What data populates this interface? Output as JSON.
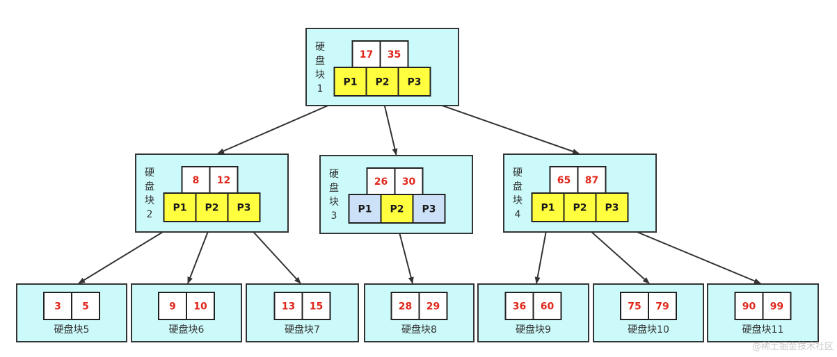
{
  "colors": {
    "block_fill": "#ccfafa",
    "key_fill": "#ffffff",
    "key_text": "#e0261b",
    "pointer_active": "#ffff40",
    "pointer_inactive": "#cce0f7",
    "border": "#333333"
  },
  "watermark": "@稀土掘金技术社区",
  "blocks": [
    {
      "id": "b1",
      "label_chars": [
        "硬",
        "盘",
        "块",
        "1"
      ],
      "keys": [
        "17",
        "35"
      ],
      "pointers": [
        {
          "label": "P1",
          "state": "active"
        },
        {
          "label": "P2",
          "state": "active"
        },
        {
          "label": "P3",
          "state": "active"
        }
      ]
    },
    {
      "id": "b2",
      "label_chars": [
        "硬",
        "盘",
        "块",
        "2"
      ],
      "keys": [
        "8",
        "12"
      ],
      "pointers": [
        {
          "label": "P1",
          "state": "active"
        },
        {
          "label": "P2",
          "state": "active"
        },
        {
          "label": "P3",
          "state": "active"
        }
      ]
    },
    {
      "id": "b3",
      "label_chars": [
        "硬",
        "盘",
        "块",
        "3"
      ],
      "keys": [
        "26",
        "30"
      ],
      "pointers": [
        {
          "label": "P1",
          "state": "inactive"
        },
        {
          "label": "P2",
          "state": "active"
        },
        {
          "label": "P3",
          "state": "inactive"
        }
      ]
    },
    {
      "id": "b4",
      "label_chars": [
        "硬",
        "盘",
        "块",
        "4"
      ],
      "keys": [
        "65",
        "87"
      ],
      "pointers": [
        {
          "label": "P1",
          "state": "active"
        },
        {
          "label": "P2",
          "state": "active"
        },
        {
          "label": "P3",
          "state": "active"
        }
      ]
    },
    {
      "id": "b5",
      "label": "硬盘块5",
      "keys": [
        "3",
        "5"
      ]
    },
    {
      "id": "b6",
      "label": "硬盘块6",
      "keys": [
        "9",
        "10"
      ]
    },
    {
      "id": "b7",
      "label": "硬盘块7",
      "keys": [
        "13",
        "15"
      ]
    },
    {
      "id": "b8",
      "label": "硬盘块8",
      "keys": [
        "28",
        "29"
      ]
    },
    {
      "id": "b9",
      "label": "硬盘块9",
      "keys": [
        "36",
        "60"
      ]
    },
    {
      "id": "b10",
      "label": "硬盘块10",
      "keys": [
        "75",
        "79"
      ]
    },
    {
      "id": "b11",
      "label": "硬盘块11",
      "keys": [
        "90",
        "99"
      ]
    }
  ],
  "edges": [
    {
      "from": "b1",
      "pointer": 0,
      "to": "b2"
    },
    {
      "from": "b1",
      "pointer": 1,
      "to": "b3"
    },
    {
      "from": "b1",
      "pointer": 2,
      "to": "b4"
    },
    {
      "from": "b2",
      "pointer": 0,
      "to": "b5"
    },
    {
      "from": "b2",
      "pointer": 1,
      "to": "b6"
    },
    {
      "from": "b2",
      "pointer": 2,
      "to": "b7"
    },
    {
      "from": "b3",
      "pointer": 1,
      "to": "b8"
    },
    {
      "from": "b4",
      "pointer": 0,
      "to": "b9"
    },
    {
      "from": "b4",
      "pointer": 1,
      "to": "b10"
    },
    {
      "from": "b4",
      "pointer": 2,
      "to": "b11"
    }
  ]
}
